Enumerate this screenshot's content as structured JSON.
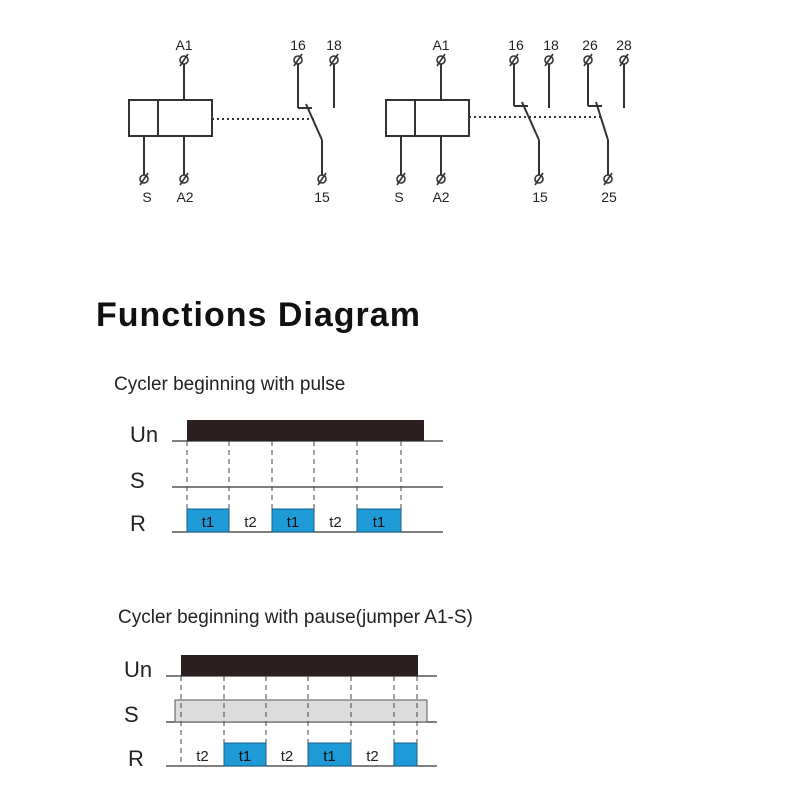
{
  "wiring": {
    "single": {
      "top_terminals": [
        "A1",
        "16",
        "18"
      ],
      "bottom_terminals": [
        "S",
        "A2",
        "15"
      ]
    },
    "double": {
      "top_terminals": [
        "A1",
        "16",
        "18",
        "26",
        "28"
      ],
      "bottom_terminals": [
        "S",
        "A2",
        "15",
        "25"
      ]
    }
  },
  "title": "Functions Diagram",
  "diagrams": [
    {
      "subtitle": "Cycler beginning with pulse",
      "signals": [
        "Un",
        "S",
        "R"
      ],
      "sequence": [
        "t1",
        "t2",
        "t1",
        "t2",
        "t1"
      ],
      "s_active": false
    },
    {
      "subtitle": "Cycler beginning with pause(jumper A1-S)",
      "signals": [
        "Un",
        "S",
        "R"
      ],
      "sequence": [
        "t2",
        "t1",
        "t2",
        "t1",
        "t2",
        ""
      ],
      "s_active": true
    }
  ],
  "colors": {
    "supply_bar": "#2b1f1f",
    "relay_on": "#1e9ad6",
    "s_active": "#dcdcdc",
    "line": "#333333"
  }
}
